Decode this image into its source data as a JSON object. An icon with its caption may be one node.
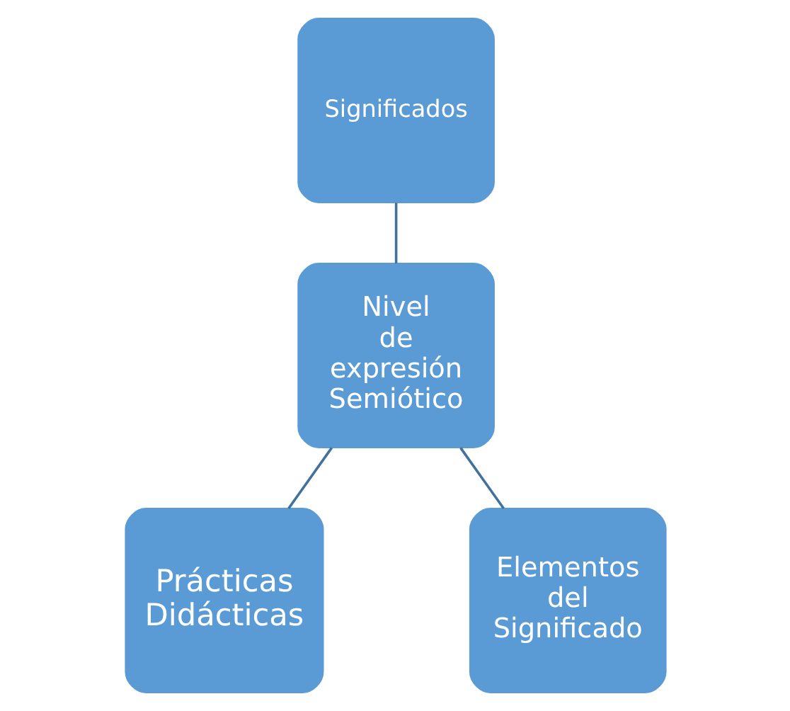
{
  "diagram": {
    "nodes": [
      {
        "text": [
          "Significados"
        ]
      },
      {
        "text": [
          "Nivel de expresión Semiótico"
        ]
      },
      {
        "text": [
          "Prácticas Didácticas"
        ]
      },
      {
        "text": [
          "Elementos del Significado"
        ]
      }
    ],
    "edges": [
      {
        "from": 0,
        "to": 1,
        "arrow": "none"
      },
      {
        "from": 1,
        "to": 2,
        "arrow": "none"
      },
      {
        "from": 1,
        "to": 3,
        "arrow": "none"
      }
    ]
  }
}
